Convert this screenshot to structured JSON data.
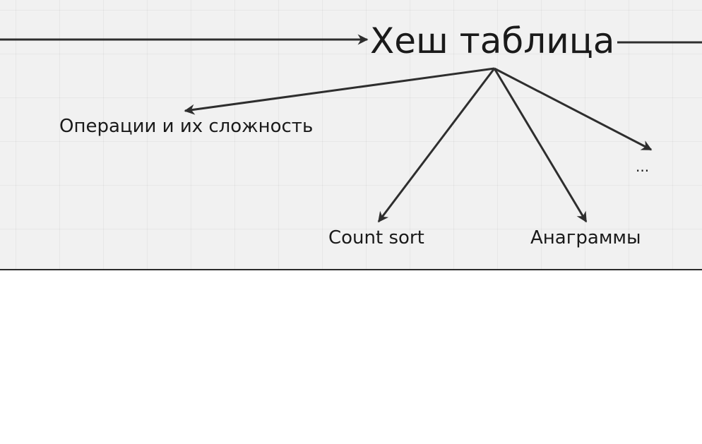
{
  "diagram": {
    "title": "Хеш таблица",
    "nodes": [
      {
        "id": "ops",
        "label": "Операции и их сложность"
      },
      {
        "id": "count",
        "label": "Count sort"
      },
      {
        "id": "anagram",
        "label": "Анаграммы"
      },
      {
        "id": "more",
        "label": "..."
      }
    ]
  },
  "colors": {
    "background": "#f1f1f1",
    "stroke": "#2e2e2e",
    "text": "#1a1a1a"
  }
}
